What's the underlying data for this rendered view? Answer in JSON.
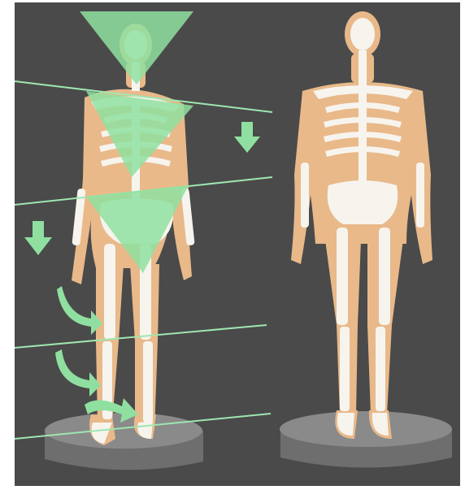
{
  "scene": {
    "description_visible_text": "",
    "figures": [
      {
        "view": "back",
        "annotated": true
      },
      {
        "view": "back",
        "annotated": false
      }
    ],
    "annotations": {
      "triangles": [
        "head-shoulder-inverted-triangle",
        "thorax-inverted-triangle",
        "pelvis-inverted-triangle"
      ],
      "alignment_lines": 4,
      "arrows": [
        "down-arrow-right",
        "down-arrow-left",
        "curved-arrow-1",
        "curved-arrow-2",
        "curved-arrow-feet"
      ]
    },
    "colors": {
      "background": "#4a4a4a",
      "frame": "#ffffff",
      "skin": "#e9b98a",
      "bone": "#f7f4ee",
      "annotation_green": "#8fe0a0",
      "line_green": "#9ee6b0",
      "pedestal_top": "#8a8a8a",
      "pedestal_side": "#6e6e6e"
    }
  }
}
